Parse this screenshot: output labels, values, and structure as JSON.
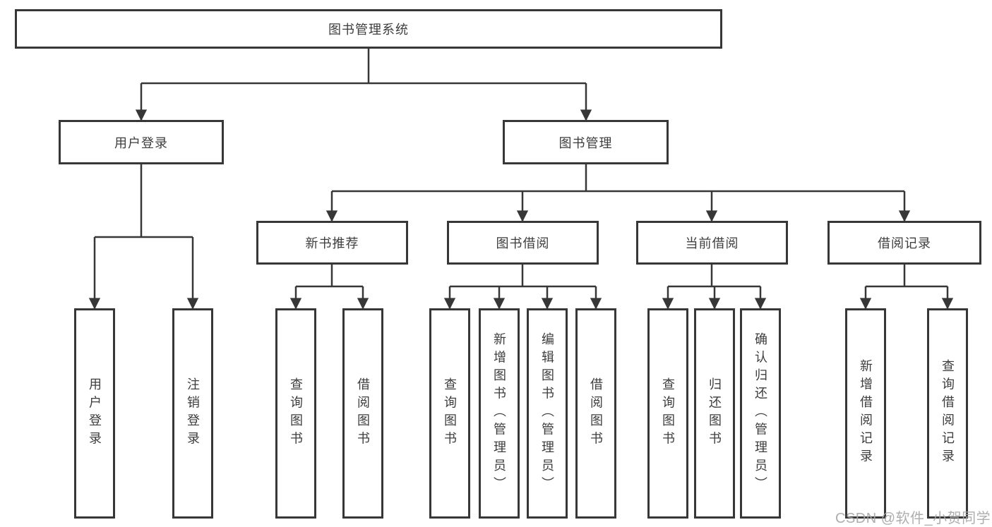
{
  "diagram": {
    "root": {
      "label": "图书管理系统"
    },
    "level2": [
      {
        "label": "用户登录"
      },
      {
        "label": "图书管理"
      }
    ],
    "level3": [
      {
        "label": "新书推荐"
      },
      {
        "label": "图书借阅"
      },
      {
        "label": "当前借阅"
      },
      {
        "label": "借阅记录"
      }
    ],
    "leaves": {
      "user_login": [
        {
          "label": "用户登录"
        },
        {
          "label": "注销登录"
        }
      ],
      "new_book_recommend": [
        {
          "label": "查询图书"
        },
        {
          "label": "借阅图书"
        }
      ],
      "book_borrow": [
        {
          "label": "查询图书"
        },
        {
          "label": "新增图书（管理员）"
        },
        {
          "label": "编辑图书（管理员）"
        },
        {
          "label": "借阅图书"
        }
      ],
      "current_borrow": [
        {
          "label": "查询图书"
        },
        {
          "label": "归还图书"
        },
        {
          "label": "确认归还（管理员）"
        }
      ],
      "borrow_record": [
        {
          "label": "新增借阅记录"
        },
        {
          "label": "查询借阅记录"
        }
      ]
    }
  },
  "watermark": "CSDN @软件_小贺同学",
  "colors": {
    "line": "#373737",
    "text": "#3d3d3d",
    "box_background": "#ffffff",
    "watermark": "#a6a6a6",
    "page_background": "#ffffff"
  }
}
